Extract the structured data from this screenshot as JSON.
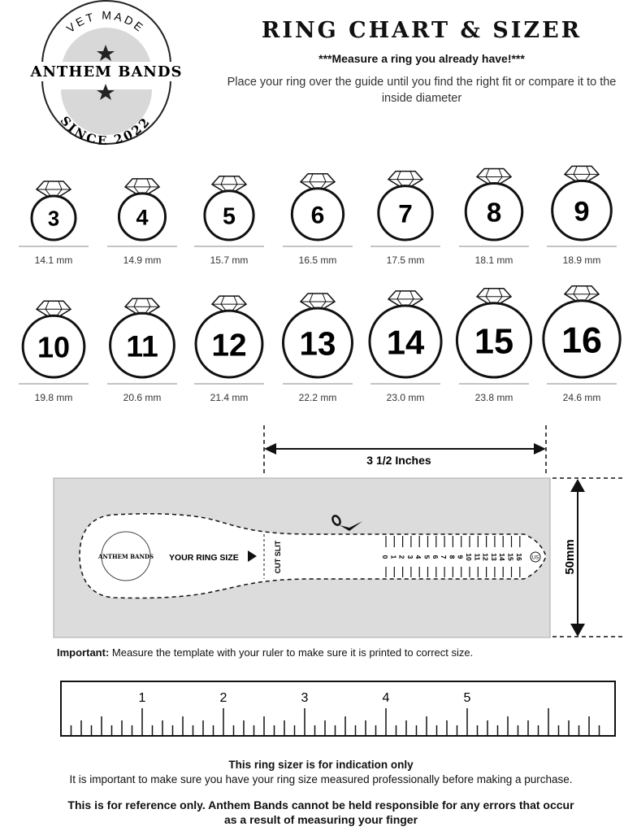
{
  "logo": {
    "top_text": "VET MADE",
    "brand": "ANTHEM BANDS",
    "bottom_text": "SINCE 2022"
  },
  "header": {
    "title": "RING CHART & SIZER",
    "tagline": "***Measure a ring you already have!***",
    "instructions": "Place your ring over the guide until you find the right fit or compare it to the inside diameter"
  },
  "ring_rows": [
    [
      {
        "size": "3",
        "mm": "14.1 mm"
      },
      {
        "size": "4",
        "mm": "14.9 mm"
      },
      {
        "size": "5",
        "mm": "15.7 mm"
      },
      {
        "size": "6",
        "mm": "16.5 mm"
      },
      {
        "size": "7",
        "mm": "17.5 mm"
      },
      {
        "size": "8",
        "mm": "18.1 mm"
      },
      {
        "size": "9",
        "mm": "18.9 mm"
      }
    ],
    [
      {
        "size": "10",
        "mm": "19.8 mm"
      },
      {
        "size": "11",
        "mm": "20.6 mm"
      },
      {
        "size": "12",
        "mm": "21.4 mm"
      },
      {
        "size": "13",
        "mm": "22.2 mm"
      },
      {
        "size": "14",
        "mm": "23.0 mm"
      },
      {
        "size": "15",
        "mm": "23.8 mm"
      },
      {
        "size": "16",
        "mm": "24.6 mm"
      }
    ]
  ],
  "sizer": {
    "width_label": "3 1/2 Inches",
    "height_label": "50mm",
    "your_ring_size": "YOUR RING SIZE",
    "cut_slit": "CUT SLIT",
    "scale_numbers": [
      "0",
      "1",
      "2",
      "3",
      "4",
      "5",
      "6",
      "7",
      "8",
      "9",
      "10",
      "11",
      "12",
      "13",
      "14",
      "15",
      "16"
    ],
    "unit_badge": "US",
    "background_color": "#dcdcdc"
  },
  "important": {
    "label": "Important:",
    "text": " Measure the template with your ruler to make sure it is printed to correct size."
  },
  "ruler": {
    "labels": [
      "1",
      "2",
      "3",
      "4",
      "5"
    ]
  },
  "footer": {
    "heading": "This ring sizer is for indication only",
    "note": "It is important to make sure you have your ring size measured professionally before making a purchase.",
    "disclaimer_line1": "This is for reference only. Anthem Bands cannot be held responsible for any errors that occur",
    "disclaimer_line2": "as a result of measuring your finger"
  }
}
